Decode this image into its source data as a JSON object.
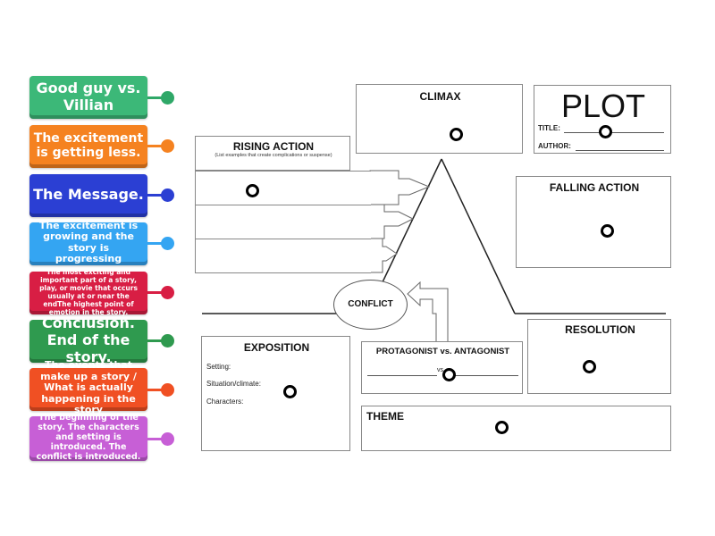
{
  "tiles": [
    {
      "text": "Good guy vs. Villian",
      "color": "#3cb878",
      "pin": "#2fa868"
    },
    {
      "text": "The excitement is getting less.",
      "color": "#f58220",
      "pin": "#f58220"
    },
    {
      "text": "The Message.",
      "color": "#2b3fd3",
      "pin": "#2b3fd3"
    },
    {
      "text": "The excitement is growing and the story is progressing",
      "color": "#34a5f2",
      "pin": "#34a5f2"
    },
    {
      "text": "The most exciting and important part of a story, play, or movie that occurs usually at or near the endThe highest point of emotion in the story.",
      "color": "#d81e44",
      "pin": "#d81e44"
    },
    {
      "text": "Conclusion. End of the story.",
      "color": "#2f9a4f",
      "pin": "#2f9a4f"
    },
    {
      "text": "The events that make up a story / What is actually happening in the story",
      "color": "#f05023",
      "pin": "#f05023"
    },
    {
      "text": "The beginning of the story. The characters and setting is introduced. The conflict is introduced.",
      "color": "#c75fd6",
      "pin": "#c75fd6"
    }
  ],
  "diagram": {
    "plot_title": "PLOT",
    "title_label": "TITLE:",
    "author_label": "AUTHOR:",
    "climax": "CLIMAX",
    "rising_action": "RISING ACTION",
    "rising_note": "(List examples that create complications or suspense)",
    "falling_action": "FALLING ACTION",
    "conflict": "CONFLICT",
    "exposition": "EXPOSITION",
    "setting": "Setting:",
    "situation": "Situation/climate:",
    "characters": "Characters:",
    "protagonist": "PROTAGONIST vs. ANTAGONIST",
    "vs": "vs",
    "resolution": "RESOLUTION",
    "theme": "THEME"
  }
}
